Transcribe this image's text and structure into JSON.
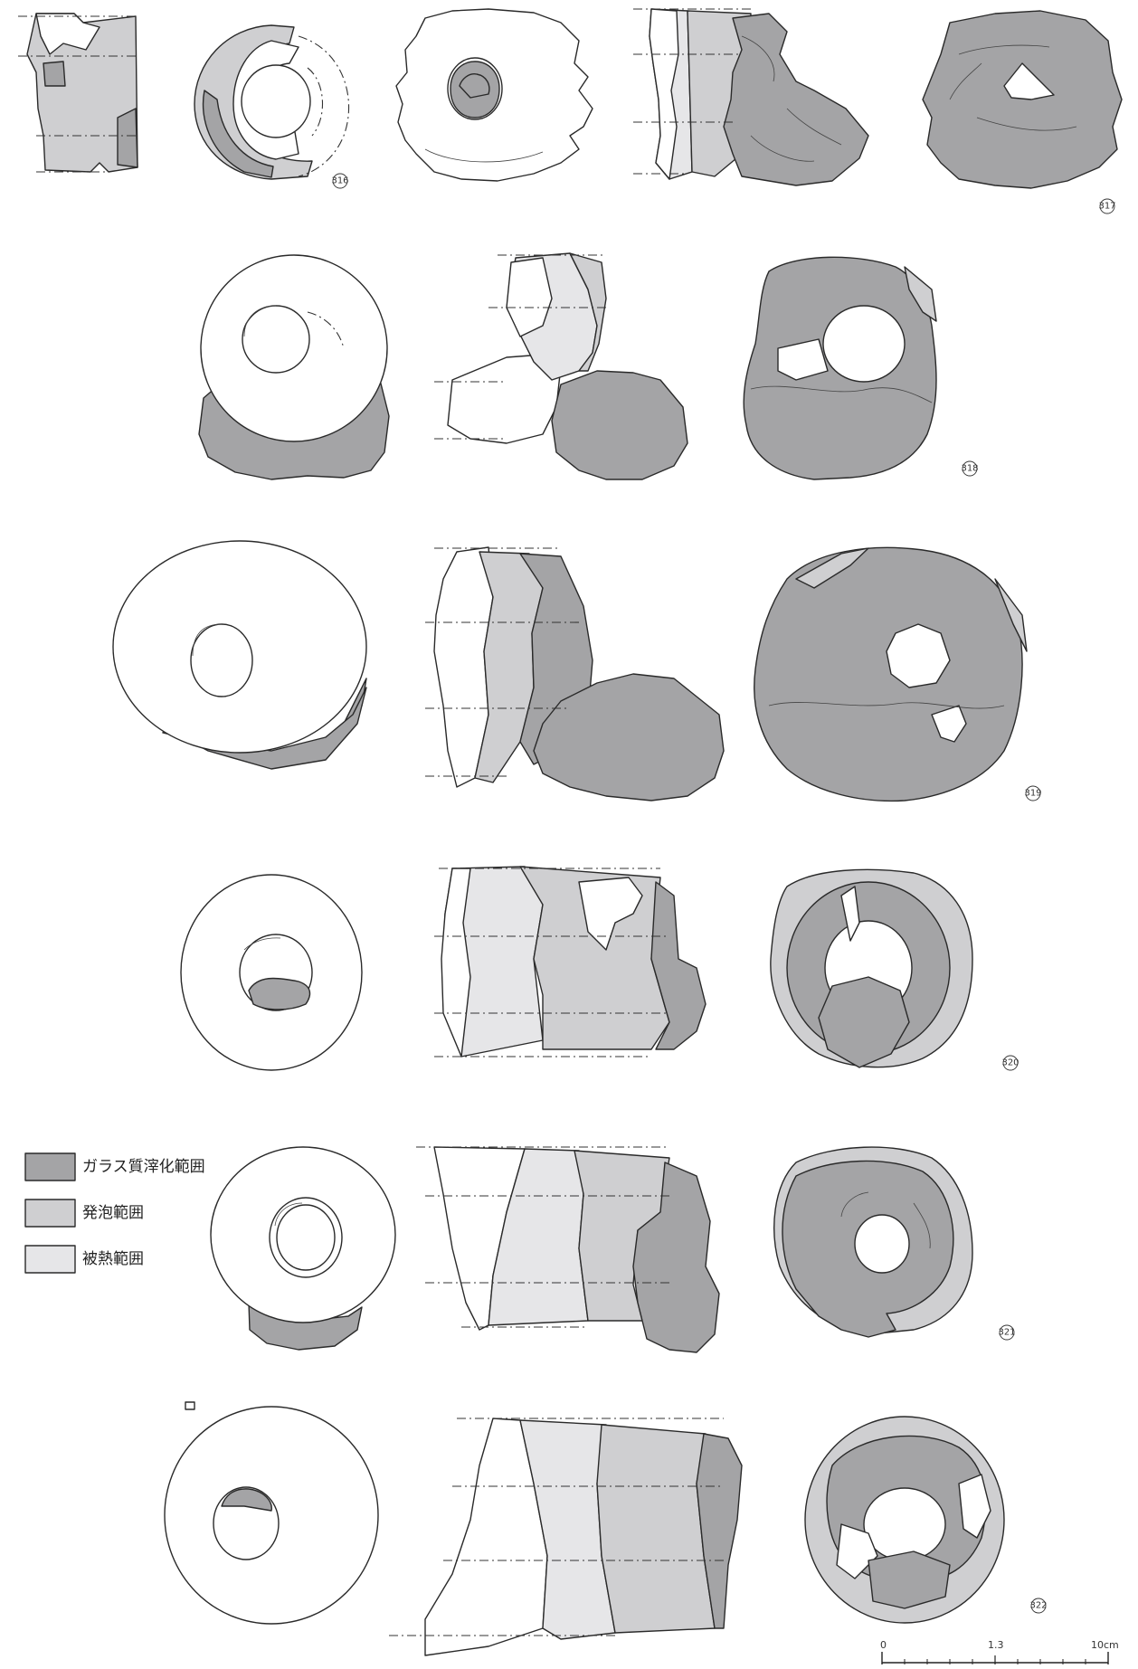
{
  "legend": {
    "items": [
      {
        "label": "ガラス質滓化範囲",
        "color": "#a4a4a6"
      },
      {
        "label": "発泡範囲",
        "color": "#cfcfd1"
      },
      {
        "label": "被熱範囲",
        "color": "#e6e6e8"
      }
    ]
  },
  "specimens": [
    {
      "number": "316"
    },
    {
      "number": "317"
    },
    {
      "number": "318"
    },
    {
      "number": "319"
    },
    {
      "number": "320"
    },
    {
      "number": "321"
    },
    {
      "number": "322"
    }
  ],
  "scale_bar": {
    "start_label": "0",
    "mid_label": "1.3",
    "end_label": "10cm"
  }
}
